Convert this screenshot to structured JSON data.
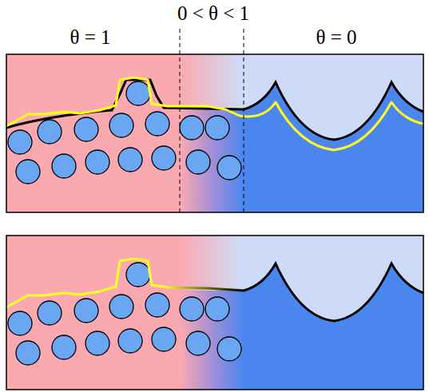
{
  "diagram": {
    "labels": [
      "0 < θ < 1",
      "θ = 1",
      "θ = 0"
    ]
  }
}
